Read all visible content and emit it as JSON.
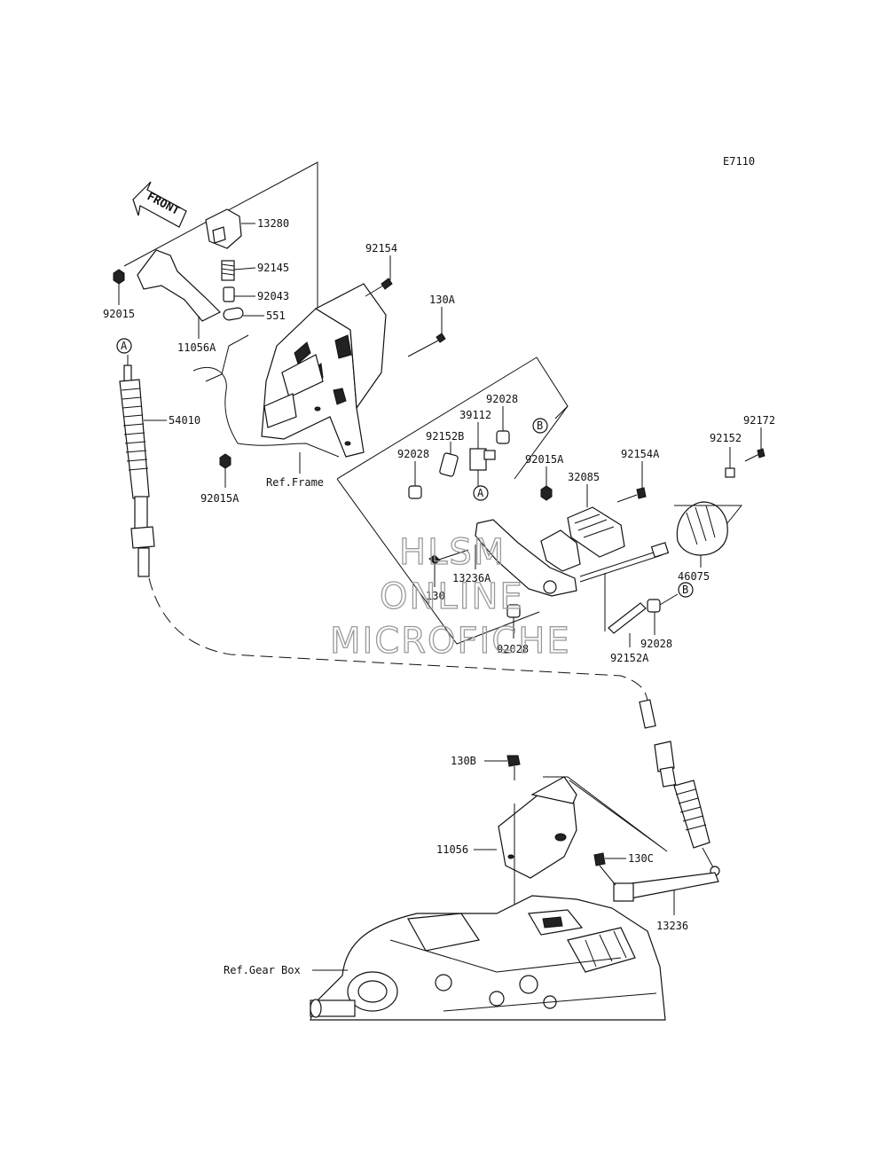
{
  "diagram_code": "E7110",
  "front_label": "FRONT",
  "watermark": [
    "HLSM",
    "ONLINE",
    "MICROFICHE"
  ],
  "callouts": {
    "A": "A",
    "B": "B"
  },
  "parts": {
    "p13280": "13280",
    "p92145": "92145",
    "p92043": "92043",
    "p551": "551",
    "p92015": "92015",
    "p11056A": "11056A",
    "p92154": "92154",
    "p130A": "130A",
    "p54010": "54010",
    "p92015A_left": "92015A",
    "ref_frame": "Ref.Frame",
    "p92028_top": "92028",
    "p39112": "39112",
    "p92152B": "92152B",
    "p92028_left": "92028",
    "p92015A_mid": "92015A",
    "p32085": "32085",
    "p92154A": "92154A",
    "p92172": "92172",
    "p92152": "92152",
    "p46075": "46075",
    "p13236A": "13236A",
    "p130": "130",
    "p92028_bottom": "92028",
    "p92028_right": "92028",
    "p92152A": "92152A",
    "p130B": "130B",
    "p11056": "11056",
    "p130C": "130C",
    "p13236": "13236",
    "ref_gearbox": "Ref.Gear Box"
  }
}
